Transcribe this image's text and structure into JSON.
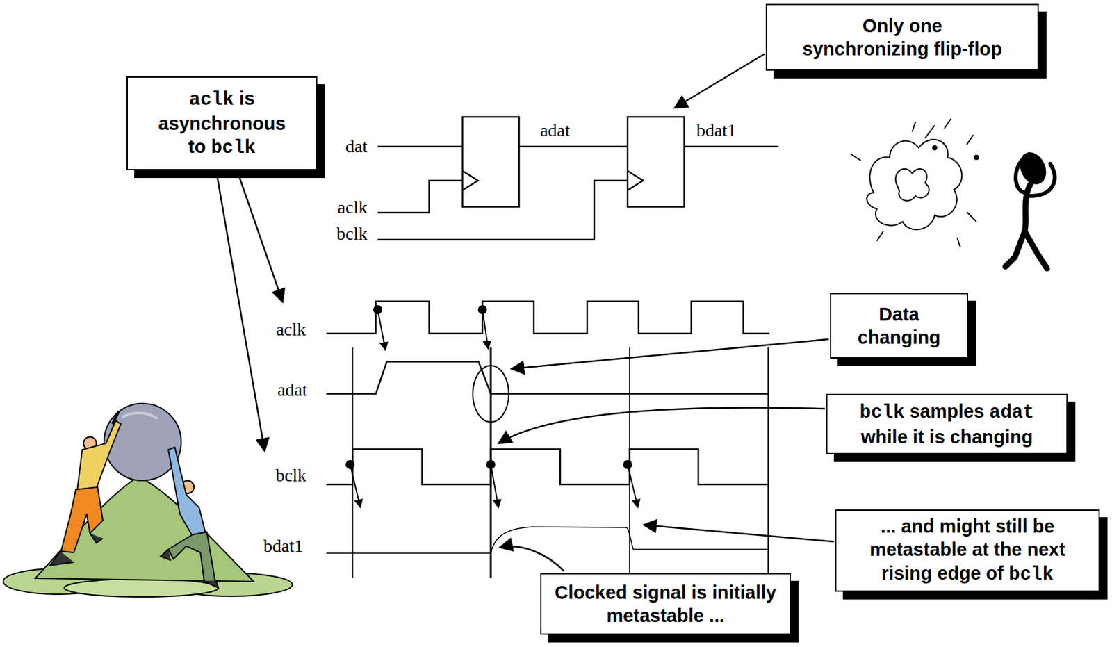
{
  "diagram": {
    "nodes": [
      {
        "text": [
          "Only one synchronizing flip-flop"
        ]
      },
      {
        "text": [
          "aclk is asynchronous to bclk"
        ]
      },
      {
        "text": [
          "Data changing"
        ]
      },
      {
        "text": [
          "bclk samples adat while it is changing"
        ]
      },
      {
        "text": [
          "... and might still be metastable at the next rising edge of bclk"
        ]
      },
      {
        "text": [
          "Clocked signal is initially metastable ..."
        ]
      }
    ],
    "labels": [
      "dat",
      "adat",
      "bdat1",
      "aclk",
      "bclk",
      "aclk",
      "adat",
      "bclk",
      "bdat1"
    ]
  }
}
